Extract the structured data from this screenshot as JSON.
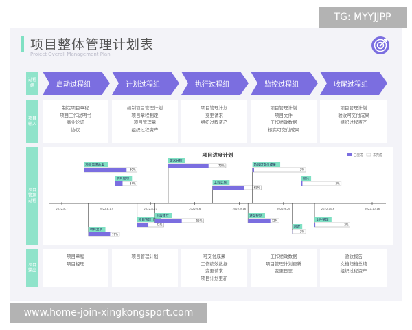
{
  "watermark_top": "TG: MYYJJPP",
  "watermark_bottom": "www.home-join-xingkongsport.com",
  "header": {
    "title": "项目整体管理计划表",
    "subtitle": "Project Overall Management Plan"
  },
  "row_labels": [
    "过程组",
    "项目输入",
    "项目管理过程",
    "项目输出"
  ],
  "phases": [
    "启动过程组",
    "计划过程组",
    "执行过程组",
    "监控过程组",
    "收尾过程组"
  ],
  "inputs": [
    [
      "制定项目章程",
      "项目工作说明书",
      "商业论证",
      "协议"
    ],
    [
      "编制项目管理计划",
      "项目章程制定",
      "项目管理章",
      "组织过程资产"
    ],
    [
      "项目管理计划",
      "变更请求",
      "组织过程资产"
    ],
    [
      "项目管理计划",
      "项目文件",
      "工作绩效数据",
      "核实可交付成果"
    ],
    [
      "项目管理计划",
      "验收可交付成果",
      "组织过程资产"
    ]
  ],
  "outputs": [
    [
      "项目章程",
      "项目经理"
    ],
    [
      "项目管理计划"
    ],
    [
      "可交付成果",
      "工作绩效数据",
      "变更请求",
      "项目计划更新"
    ],
    [
      "工作绩效数据",
      "项目管理计划更新",
      "变更日志"
    ],
    [
      "验收报告",
      "文档归档总结",
      "组织过程资产"
    ]
  ],
  "colors": {
    "phase": "#7b6ee0",
    "label": "#8fe3ca",
    "task_tag": "#7fe0c3",
    "bar_done": "#7b6ee0",
    "card": "#f3f3f8"
  },
  "chart_data": {
    "type": "gantt",
    "title": "项目进度计划",
    "legend": [
      "已完成",
      "未完成"
    ],
    "dates": [
      "2022-8-7",
      "2022-8-17",
      "2022-8-27",
      "2022-9-6",
      "2022-9-16",
      "2022-9-26",
      "2022-10-6",
      "2022-10-16"
    ],
    "tasks": [
      {
        "name": "项目需求收集",
        "start": "2022-8-12",
        "end": "2022-8-24",
        "percent": 80,
        "side": "top"
      },
      {
        "name": "项目启动",
        "start": "2022-8-19",
        "end": "2022-8-24",
        "percent": 34,
        "side": "top"
      },
      {
        "name": "需求分析",
        "start": "2022-8-31",
        "end": "2022-9-13",
        "percent": 70,
        "side": "top"
      },
      {
        "name": "工程实施",
        "start": "2022-9-10",
        "end": "2022-9-21",
        "percent": 65,
        "side": "top"
      },
      {
        "name": "阶段可交付成果",
        "start": "2022-9-19",
        "end": "2022-10-1",
        "percent": 3,
        "side": "top"
      },
      {
        "name": "验交",
        "start": "2022-9-30",
        "end": "2022-10-9",
        "percent": 3,
        "side": "top"
      },
      {
        "name": "项目立项",
        "start": "2022-8-13",
        "end": "2022-8-20",
        "percent": 70,
        "side": "bottom"
      },
      {
        "name": "项目管理计划",
        "start": "2022-8-24",
        "end": "2022-8-30",
        "percent": 42,
        "side": "bottom"
      },
      {
        "name": "阶段建立",
        "start": "2022-8-28",
        "end": "2022-9-8",
        "percent": 55,
        "side": "bottom"
      },
      {
        "name": "进度控制",
        "start": "2022-9-18",
        "end": "2022-9-25",
        "percent": 72,
        "side": "bottom"
      },
      {
        "name": "验收",
        "start": "2022-9-28",
        "end": "2022-10-1",
        "percent": 3,
        "side": "bottom"
      },
      {
        "name": "文件整理",
        "start": "2022-10-3",
        "end": "2022-10-11",
        "percent": 2,
        "side": "bottom"
      }
    ]
  }
}
